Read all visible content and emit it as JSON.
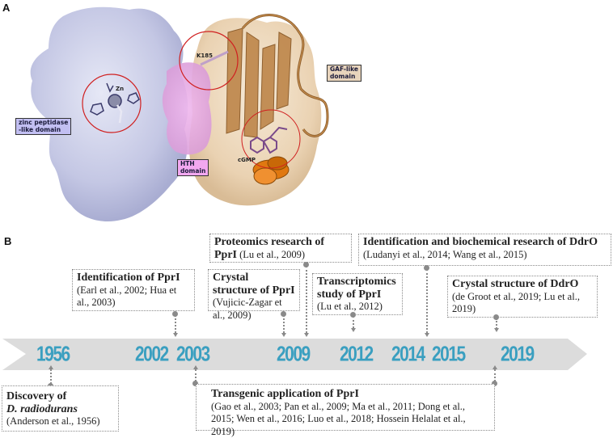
{
  "panels": {
    "a_label": "A",
    "b_label": "B"
  },
  "structure": {
    "labels": {
      "zinc_domain": [
        "zinc peptidase",
        "-like domain"
      ],
      "hth_domain": [
        "HTH",
        "domain"
      ],
      "gaf_domain": [
        "GAF-like",
        "domain"
      ],
      "zn": "Zn",
      "k185": "K185",
      "cgmp": "cGMP"
    },
    "colors": {
      "zinc_domain": "#c5c8e6",
      "hth_domain": "#e4a8e4",
      "gaf_domain": "#ecd6b8",
      "ribbon": "#b07a40",
      "helix": "#e07810",
      "circle": "#d02020"
    }
  },
  "timeline": {
    "years": [
      "1956",
      "2002",
      "2003",
      "2009",
      "2012",
      "2014",
      "2015",
      "2019"
    ],
    "year_color": "#3a9fc0",
    "band_color": "#dcdcdc",
    "events_above": [
      {
        "title": "Proteomics research of",
        "title2": "PprI",
        "cite": " (Lu et al., 2009)",
        "year": "2009"
      },
      {
        "title": "Identification of PprI",
        "cite": "(Earl et al., 2002; Hua et al., 2003)",
        "year": "2002"
      },
      {
        "title": "Crystal structure of PprI",
        "cite": " (Vujicic-Zagar et al., 2009)",
        "year": "2009"
      },
      {
        "title": "Transcriptomics study of PprI",
        "cite": "(Lu et al., 2012)",
        "year": "2012"
      },
      {
        "title": "Identification and biochemical research of DdrO",
        "cite": "(Ludanyi et al., 2014; Wang et al., 2015)",
        "year": "2014"
      },
      {
        "title": "Crystal structure of DdrO",
        "cite": "(de Groot et al., 2019; Lu et al., 2019)",
        "year": "2019"
      }
    ],
    "events_below": [
      {
        "title": "Discovery of",
        "title_italic": "D. radiodurans",
        "cite": "(Anderson et al., 1956)",
        "year": "1956"
      },
      {
        "title": "Transgenic application of PprI",
        "cite": "(Gao et al., 2003; Pan et al., 2009; Ma et al., 2011; Dong et al., 2015; Wen et al., 2016; Luo et al., 2018; Hossein Helalat et al., 2019)",
        "years": [
          "2003",
          "2019"
        ]
      }
    ]
  }
}
